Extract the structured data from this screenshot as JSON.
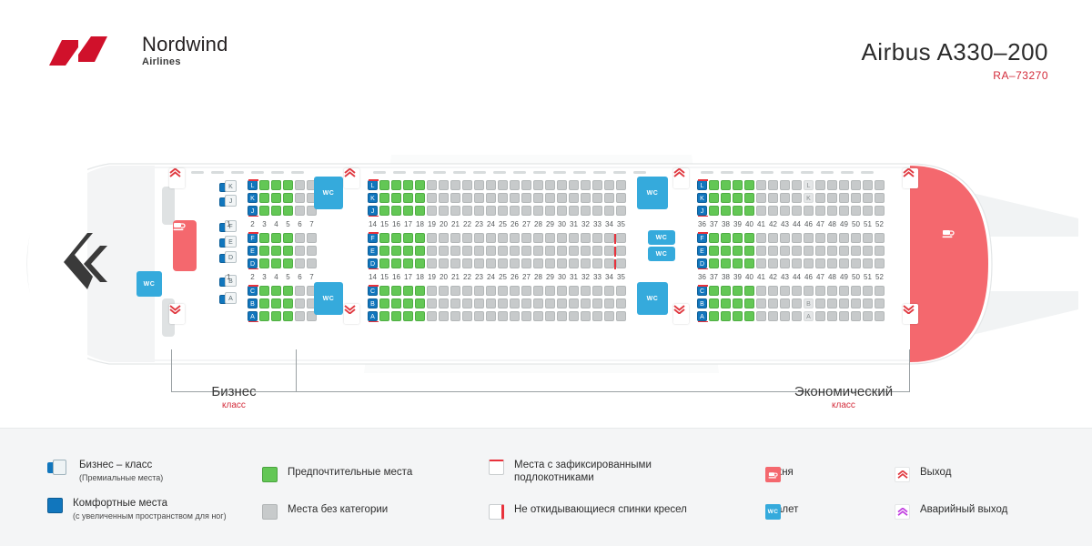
{
  "header": {
    "brand_name": "Nordwind",
    "brand_sub": "Airlines",
    "model": "Airbus A330–200",
    "registration": "RA–73270",
    "logo_icon": "nordwind-n-logo",
    "brand_color": "#d0112b"
  },
  "classes": {
    "business": {
      "main": "Бизнес",
      "sub": "класс"
    },
    "economy": {
      "main": "Экономический",
      "sub": "класс"
    }
  },
  "cabin": {
    "front": {
      "row_numbers_upper": [
        "1",
        "2",
        "3",
        "4",
        "5",
        "6",
        "7"
      ],
      "row_numbers_lower": [
        "1",
        "2",
        "3",
        "4",
        "5",
        "6",
        "7"
      ],
      "business_rows": [
        "K",
        "J",
        "F",
        "E",
        "D",
        "B",
        "A"
      ],
      "letters_upper": [
        "L",
        "K",
        "J"
      ],
      "letters_mid": [
        "F",
        "E",
        "D"
      ],
      "letters_lower": [
        "C",
        "B",
        "A"
      ]
    },
    "middle": {
      "row_numbers": [
        "14",
        "15",
        "16",
        "17",
        "18",
        "19",
        "20",
        "21",
        "22",
        "23",
        "24",
        "25",
        "26",
        "27",
        "28",
        "29",
        "30",
        "31",
        "32",
        "33",
        "34",
        "35"
      ],
      "letters_upper": [
        "L",
        "K",
        "J"
      ],
      "letters_mid": [
        "F",
        "E",
        "D"
      ],
      "letters_lower": [
        "C",
        "B",
        "A"
      ]
    },
    "rear": {
      "row_numbers": [
        "36",
        "37",
        "38",
        "39",
        "40",
        "41",
        "42",
        "43",
        "44",
        "46",
        "47",
        "48",
        "49",
        "50",
        "51",
        "52"
      ],
      "letters_upper": [
        "L",
        "K",
        "J"
      ],
      "letters_mid": [
        "F",
        "E",
        "D"
      ],
      "letters_lower": [
        "C",
        "B",
        "A"
      ],
      "ghost_labels_upper": [
        "L",
        "K"
      ],
      "ghost_labels_lower": [
        "B",
        "A"
      ]
    }
  },
  "facilities": {
    "wc_label": "WC",
    "galley_icon": "galley-icon",
    "exit_icon": "exit-chevron-icon",
    "emergency_exit_icon": "emergency-exit-chevron-icon"
  },
  "legend": [
    {
      "id": "business",
      "icon": "business-seat-icon",
      "main": "Бизнес – класс",
      "sub": "(Премиальные места)"
    },
    {
      "id": "comfort",
      "icon": "comfort-seat-icon",
      "main": "Комфортные места",
      "sub": "(с увеличенным пространством для ног)"
    },
    {
      "id": "preferred",
      "icon": "preferred-seat-icon",
      "main": "Предпочтительные места",
      "sub": ""
    },
    {
      "id": "no-category",
      "icon": "standard-seat-icon",
      "main": "Места без категории",
      "sub": ""
    },
    {
      "id": "fixed-armrest",
      "icon": "fixed-armrest-icon",
      "main": "Места с зафиксированными",
      "sub": "подлокотниками"
    },
    {
      "id": "no-recline",
      "icon": "no-recline-icon",
      "main": "Не откидывающиеся спинки кресел",
      "sub": ""
    },
    {
      "id": "galley",
      "icon": "galley-icon",
      "main": "Кухня",
      "sub": ""
    },
    {
      "id": "lavatory",
      "icon": "wc-icon",
      "main": "Туалет",
      "sub": ""
    },
    {
      "id": "exit",
      "icon": "exit-icon",
      "main": "Выход",
      "sub": ""
    },
    {
      "id": "emergency",
      "icon": "emergency-exit-icon",
      "main": "Аварийный выход",
      "sub": ""
    }
  ],
  "colors": {
    "preferred": "#63c755",
    "standard": "#c7cacb",
    "comfort": "#1176bd",
    "galley": "#f4686e",
    "wc": "#35aadc",
    "exit": "#e03b42",
    "emergency": "#c13fe0",
    "accent": "#d32b3a"
  }
}
